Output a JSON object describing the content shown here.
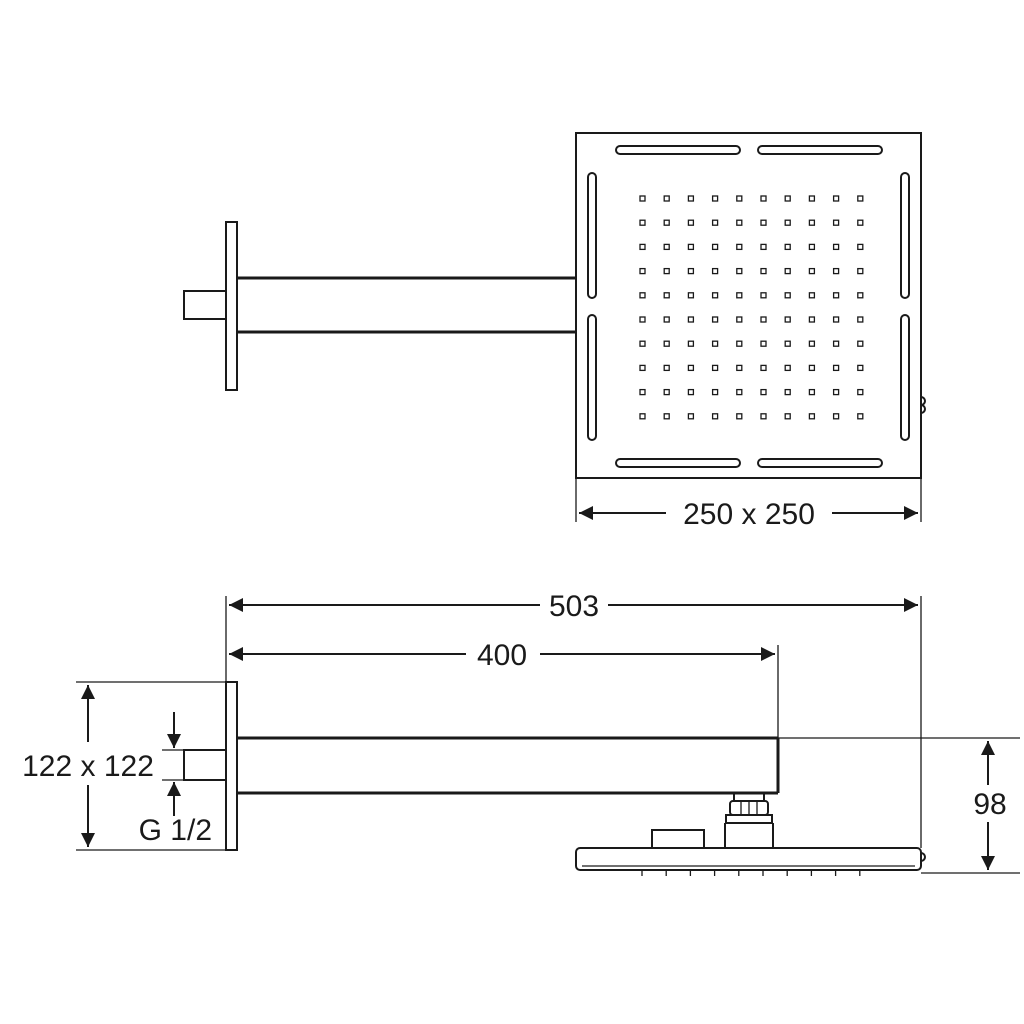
{
  "dimensions": {
    "head_size": "250 x 250",
    "overall_length": "503",
    "arm_length": "400",
    "flange_size": "122 x 122",
    "thread": "G 1/2",
    "height": "98"
  }
}
